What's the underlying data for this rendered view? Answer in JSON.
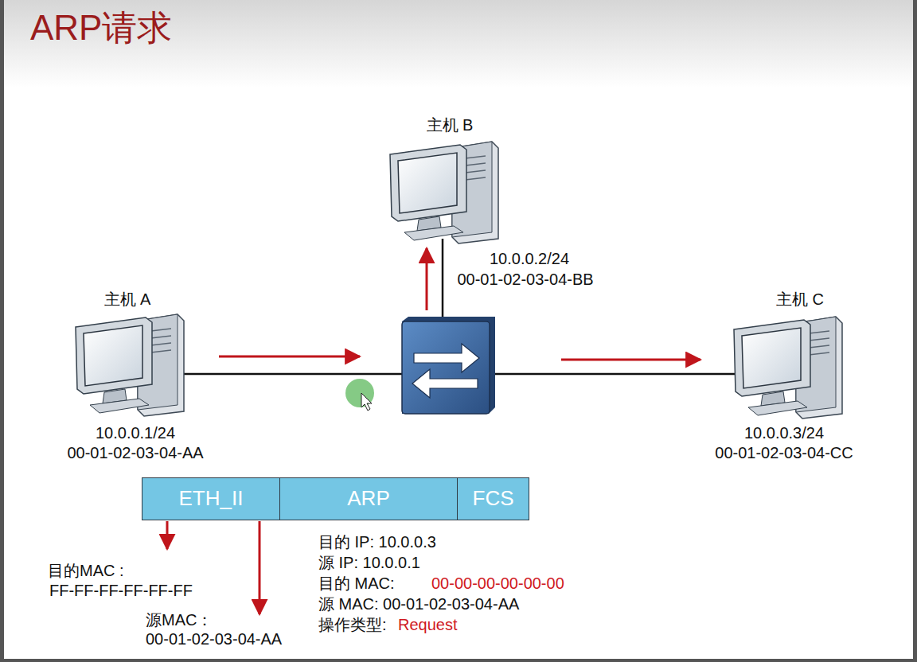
{
  "diagram": {
    "title": "ARP请求",
    "nodes": [
      {
        "text": [
          "主机 A",
          "10.0.0.1/24",
          "00-01-02-03-04-AA"
        ]
      },
      {
        "text": [
          "主机 B",
          "10.0.0.2/24",
          "00-01-02-03-04-BB"
        ]
      },
      {
        "text": [
          "主机 C",
          "10.0.0.3/24",
          "00-01-02-03-04-CC"
        ]
      },
      {
        "text": [
          "ETH_II"
        ]
      },
      {
        "text": [
          "ARP"
        ]
      },
      {
        "text": [
          "FCS"
        ]
      }
    ],
    "labels": [
      "目的MAC :",
      "FF-FF-FF-FF-FF-FF",
      "源MAC：",
      "00-01-02-03-04-AA",
      "目的 IP: 10.0.0.3",
      "源 IP: 10.0.0.1",
      "目的 MAC:",
      "00-00-00-00-00-00",
      "源 MAC: 00-01-02-03-04-AA",
      "操作类型:",
      "Request"
    ]
  }
}
